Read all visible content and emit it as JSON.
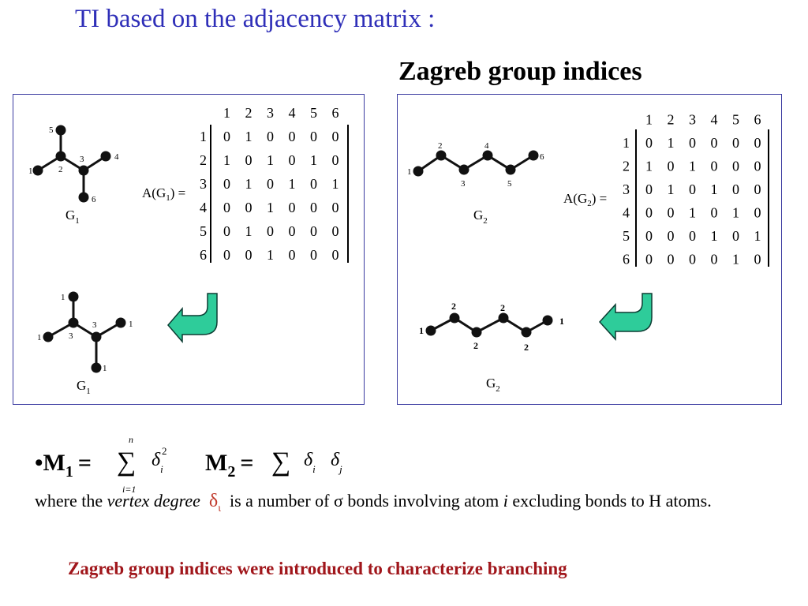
{
  "title": "TI based on the adjacency matrix :",
  "subtitle": "Zagreb group indices",
  "panel1": {
    "graph_label": "G",
    "graph_sub": "1",
    "matrix_label": "A(G",
    "matrix_label_sub": "1",
    "matrix_label_end": ") =",
    "column_headers": [
      "1",
      "2",
      "3",
      "4",
      "5",
      "6"
    ],
    "row_headers": [
      "1",
      "2",
      "3",
      "4",
      "5",
      "6"
    ],
    "matrix": [
      [
        "0",
        "1",
        "0",
        "0",
        "0",
        "0"
      ],
      [
        "1",
        "0",
        "1",
        "0",
        "1",
        "0"
      ],
      [
        "0",
        "1",
        "0",
        "1",
        "0",
        "1"
      ],
      [
        "0",
        "0",
        "1",
        "0",
        "0",
        "0"
      ],
      [
        "0",
        "1",
        "0",
        "0",
        "0",
        "0"
      ],
      [
        "0",
        "0",
        "1",
        "0",
        "0",
        "0"
      ]
    ],
    "top_vertex_labels": [
      "5",
      "1",
      "2",
      "3",
      "4",
      "6"
    ],
    "bottom_vertex_labels": [
      "1",
      "1",
      "3",
      "3",
      "1",
      "1"
    ],
    "bottom_graph_label": "G",
    "bottom_graph_sub": "1"
  },
  "panel2": {
    "graph_label": "G",
    "graph_sub": "2",
    "matrix_label": "A(G",
    "matrix_label_sub": "2",
    "matrix_label_end": ") =",
    "column_headers": [
      "1",
      "2",
      "3",
      "4",
      "5",
      "6"
    ],
    "row_headers": [
      "1",
      "2",
      "3",
      "4",
      "5",
      "6"
    ],
    "matrix": [
      [
        "0",
        "1",
        "0",
        "0",
        "0",
        "0"
      ],
      [
        "1",
        "0",
        "1",
        "0",
        "0",
        "0"
      ],
      [
        "0",
        "1",
        "0",
        "1",
        "0",
        "0"
      ],
      [
        "0",
        "0",
        "1",
        "0",
        "1",
        "0"
      ],
      [
        "0",
        "0",
        "0",
        "1",
        "0",
        "1"
      ],
      [
        "0",
        "0",
        "0",
        "0",
        "1",
        "0"
      ]
    ],
    "top_vertex_labels": [
      "1",
      "2",
      "3",
      "4",
      "5",
      "6"
    ],
    "bottom_vertex_labels": [
      "1",
      "2",
      "2",
      "2",
      "2",
      "1"
    ],
    "bottom_graph_label": "G",
    "bottom_graph_sub": "2"
  },
  "formula": {
    "bullet": "•",
    "m1": "M",
    "m1_sub": "1",
    "eq": "=",
    "sigma": "∑",
    "upper_limit": "n",
    "lower_limit": "i=1",
    "delta": "δ",
    "i": "i",
    "j": "j",
    "square": "2",
    "m2": "M",
    "m2_sub": "2"
  },
  "description": {
    "part1": "where the ",
    "vertex_degree": "vertex degree",
    "delta_symbol": "δ",
    "delta_sub": "ι",
    "part2": " is a number of ",
    "sigma_symbol": "σ",
    "part3": " bonds involving atom ",
    "atom_i": "i",
    "part4": " excluding bonds to H atoms."
  },
  "conclusion": "Zagreb group indices were introduced to characterize branching",
  "colors": {
    "title": "#2f2fb8",
    "panel_border": "#3a3aa0",
    "arrow_fill": "#2ecc9a",
    "conclusion": "#a0161b",
    "delta_highlight": "#c0392b"
  }
}
